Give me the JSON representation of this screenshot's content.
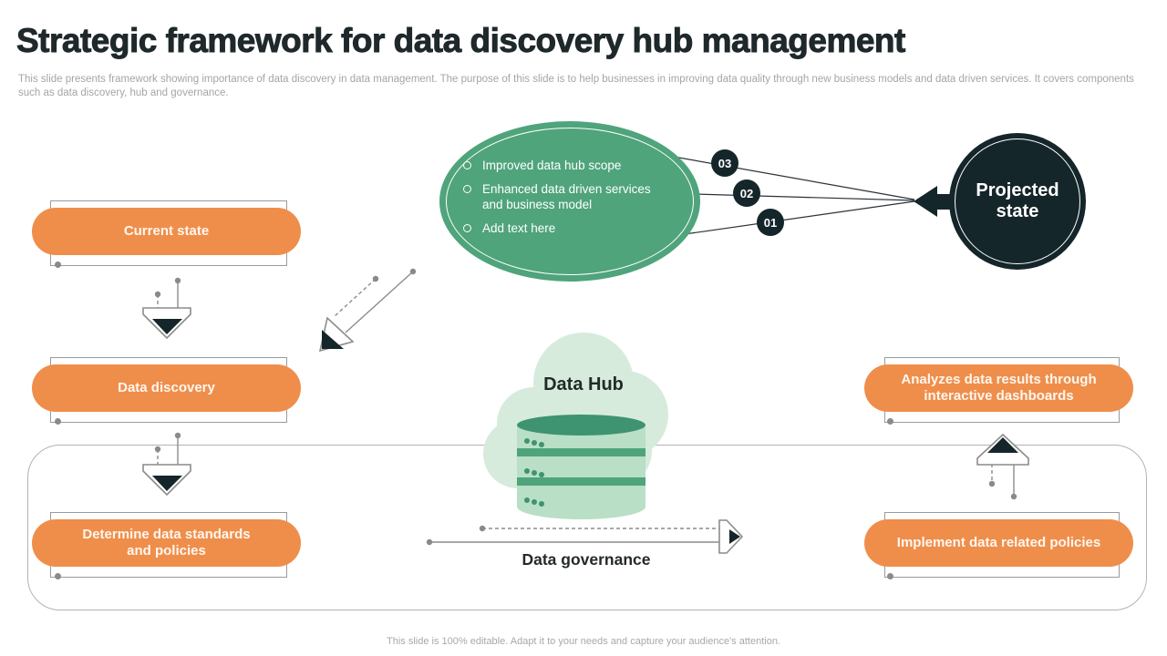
{
  "slide": {
    "title": "Strategic framework for data discovery hub management",
    "description": "This slide presents framework showing importance of data discovery in data management. The purpose of this slide is to help businesses in improving data quality through new business models and data driven services. It covers components such as data discovery, hub and governance.",
    "footer": "This slide is 100% editable.  Adapt it to your needs and capture your audience's attention."
  },
  "ellipse": {
    "items": [
      "Improved data hub scope",
      "Enhanced data driven services and business model",
      "Add text here"
    ]
  },
  "badges": [
    "03",
    "02",
    "01"
  ],
  "projected": {
    "label": "Projected state"
  },
  "pills": [
    {
      "label": "Current state"
    },
    {
      "label": "Data discovery"
    },
    {
      "label": "Determine data standards and policies"
    },
    {
      "label": "Analyzes data results through interactive dashboards"
    },
    {
      "label": "Implement data related policies"
    }
  ],
  "datahub": {
    "label": "Data Hub"
  },
  "governance": {
    "label": "Data governance"
  },
  "colors": {
    "orange": "#EF8E4B",
    "green": "#4FA47C",
    "dark_navy": "#15262B",
    "cloud_green": "#D6EBDC",
    "cylinder_body": "#B9DFC6",
    "cylinder_top": "#3E9370",
    "line_gray": "#8c8c8c"
  }
}
